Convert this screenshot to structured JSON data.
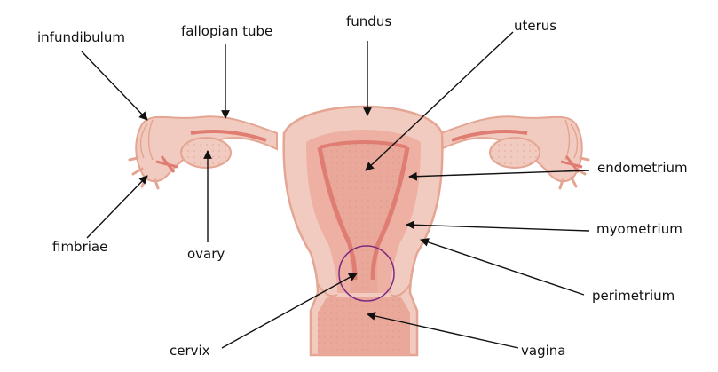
{
  "labels": {
    "infundibulum": "infundibulum",
    "fallopian_tube": "fallopian tube",
    "fundus": "fundus",
    "uterus": "uterus",
    "endometrium": "endometrium",
    "myometrium": "myometrium",
    "perimetrium": "perimetrium",
    "vagina": "vagina",
    "cervix": "cervix",
    "ovary": "ovary",
    "fimbriae": "fimbriae"
  },
  "colors": {
    "outer": "#f2cbc0",
    "outline": "#e4a593",
    "wall": "#ea9a8a",
    "cavity": "#e9a89a",
    "lining": "#e07d72",
    "cervix_circle": "#7a2a7f",
    "arrow": "#111111"
  }
}
